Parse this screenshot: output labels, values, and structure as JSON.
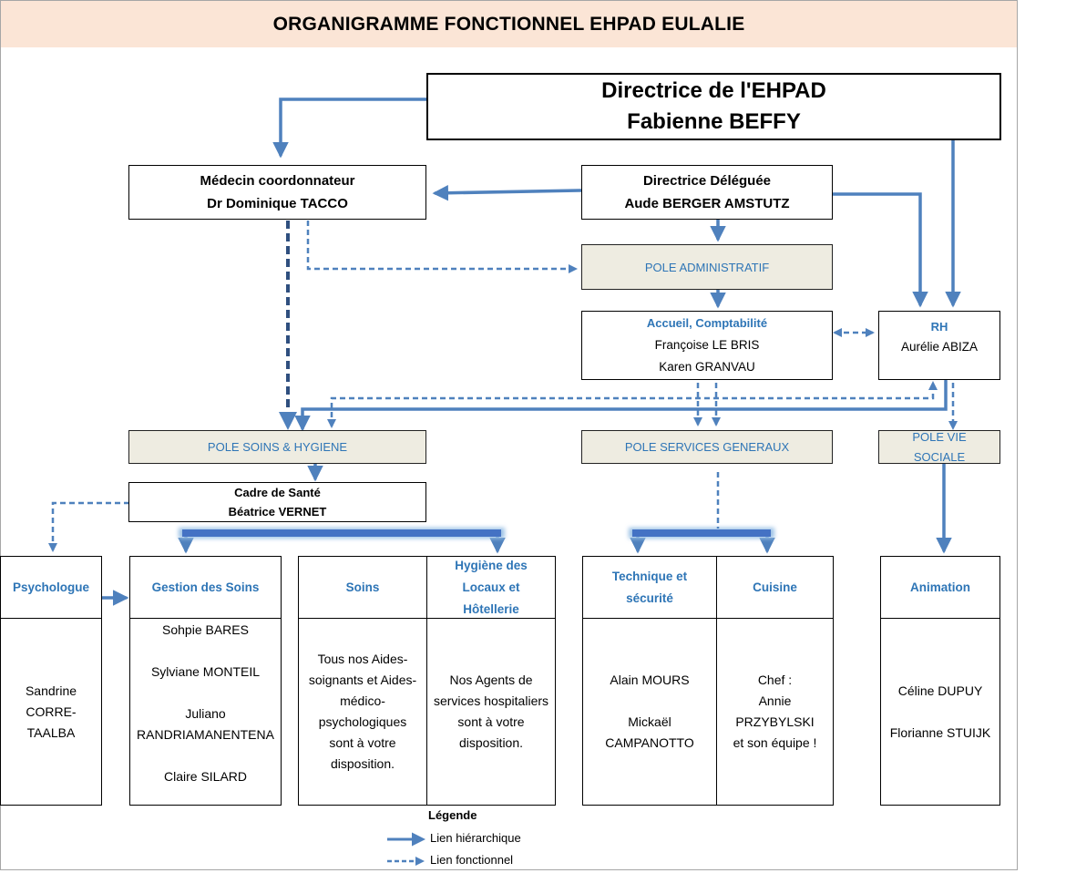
{
  "title": "ORGANIGRAMME  FONCTIONNEL EHPAD EULALIE",
  "directrice": {
    "line1": "Directrice de l'EHPAD",
    "line2": "Fabienne BEFFY"
  },
  "medecin": {
    "line1": "Médecin coordonnateur",
    "line2": "Dr Dominique TACCO"
  },
  "deleguee": {
    "line1": "Directrice Déléguée",
    "line2": "Aude BERGER AMSTUTZ"
  },
  "pole_admin": "POLE ADMINISTRATIF",
  "accueil": {
    "title": "Accueil, Comptabilité",
    "name1": "Françoise LE BRIS",
    "name2": "Karen GRANVAU"
  },
  "rh": {
    "title": "RH",
    "name": "Aurélie ABIZA"
  },
  "pole_soins": "POLE SOINS & HYGIENE",
  "pole_services": "POLE SERVICES GENERAUX",
  "pole_vie": {
    "line1": "POLE VIE",
    "line2": "SOCIALE"
  },
  "cadre": {
    "title": "Cadre de Santé",
    "name": "Béatrice VERNET"
  },
  "psychologue": {
    "header": "Psychologue",
    "names": [
      "Sandrine",
      "CORRE-",
      "TAALBA"
    ]
  },
  "gestion": {
    "header": "Gestion des Soins",
    "names": [
      "Sohpie BARES",
      "Sylviane MONTEIL",
      "Juliano",
      "RANDRIAMANENTENA",
      "Claire SILARD"
    ]
  },
  "soins": {
    "header": "Soins",
    "text": [
      "Tous nos Aides-",
      "soignants et Aides-",
      "médico-",
      "psychologiques",
      "sont à votre",
      "disposition."
    ]
  },
  "hygiene": {
    "header": [
      "Hygiène des",
      "Locaux et",
      "Hôtellerie"
    ],
    "text": [
      "Nos Agents de",
      "services hospitaliers",
      "sont à votre",
      "disposition."
    ]
  },
  "technique": {
    "header": [
      "Technique et",
      "sécurité"
    ],
    "names": [
      "Alain MOURS",
      "Mickaël",
      "CAMPANOTTO"
    ]
  },
  "cuisine": {
    "header": "Cuisine",
    "text": [
      "Chef :",
      "Annie",
      "PRZYBYLSKI",
      "et son équipe !"
    ]
  },
  "animation": {
    "header": "Animation",
    "names": [
      "Céline DUPUY",
      "Florianne STUIJK"
    ]
  },
  "legend": {
    "title": "Légende",
    "hier": "Lien hiérarchique",
    "fonc": "Lien fonctionnel"
  },
  "colors": {
    "accent": "#2e75b6",
    "arrow": "#4f81bd",
    "banner": "#fbe5d6",
    "pole": "#eeece1"
  }
}
